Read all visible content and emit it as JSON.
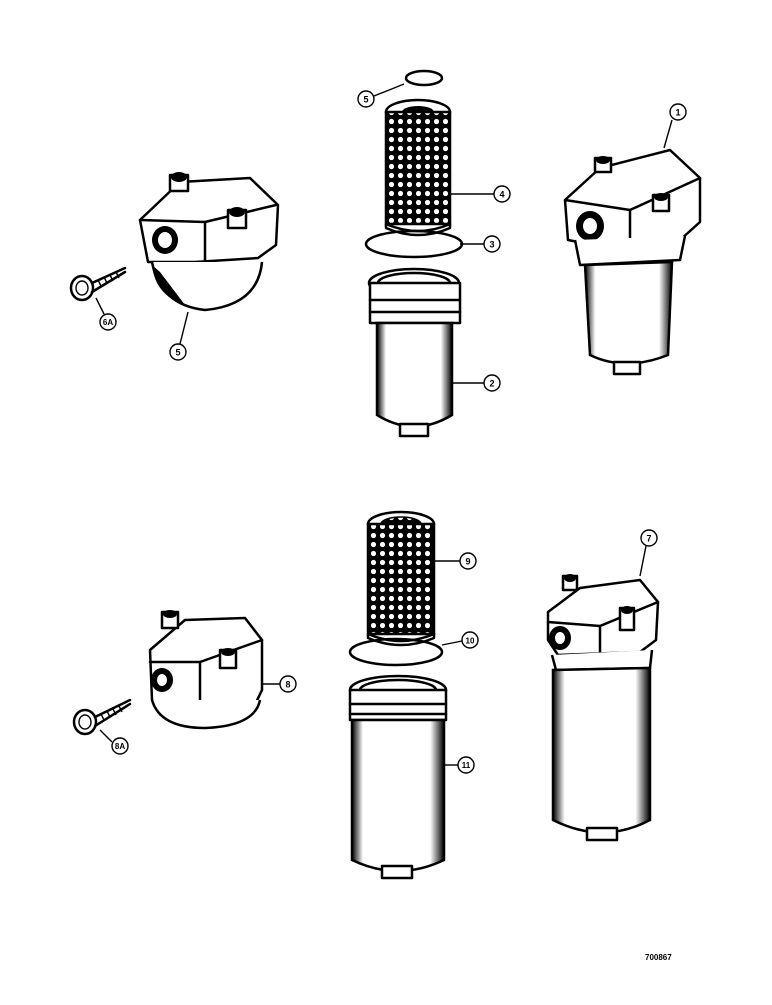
{
  "callouts": [
    {
      "id": "c1",
      "label": "1"
    },
    {
      "id": "c2",
      "label": "2"
    },
    {
      "id": "c3",
      "label": "3"
    },
    {
      "id": "c4",
      "label": "4"
    },
    {
      "id": "c5a",
      "label": "5"
    },
    {
      "id": "c5b",
      "label": "5"
    },
    {
      "id": "c6a",
      "label": "6A"
    },
    {
      "id": "c7",
      "label": "7"
    },
    {
      "id": "c8",
      "label": "8"
    },
    {
      "id": "c8a",
      "label": "8A"
    },
    {
      "id": "c9",
      "label": "9"
    },
    {
      "id": "c10",
      "label": "10"
    },
    {
      "id": "c11",
      "label": "11"
    }
  ],
  "drawing_ref": "700867"
}
